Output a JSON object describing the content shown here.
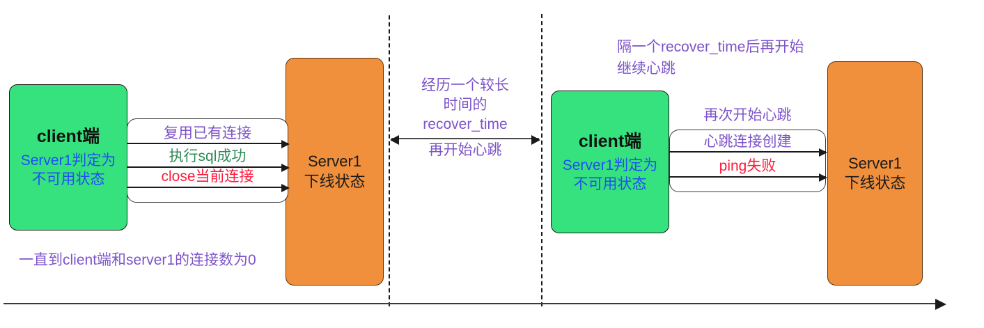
{
  "diagram": {
    "title_text": "",
    "colors": {
      "client_fill": "#36e27e",
      "server_fill": "#f0903c",
      "purple": "#7d54c9",
      "blue": "#1f4ff5",
      "green": "#2e8b57",
      "red": "#fb1b3b"
    }
  },
  "phase1": {
    "client": {
      "title": "client端",
      "sub_line1": "Server1判定为",
      "sub_line2": "不可用状态"
    },
    "server": {
      "line1": "Server1",
      "line2": "下线状态"
    },
    "edges": [
      {
        "label": "复用已有连接",
        "color": "purple"
      },
      {
        "label": "执行sql成功",
        "color": "green"
      },
      {
        "label": "close当前连接",
        "color": "red"
      }
    ],
    "footnote": "一直到client端和server1的连接数为0"
  },
  "gap": {
    "note_lines": [
      "经历一个较长",
      "时间的",
      "recover_time",
      "再开始心跳"
    ]
  },
  "phase2": {
    "top_note_lines": [
      "隔一个recover_time后再开始",
      "继续心跳"
    ],
    "client": {
      "title": "client端",
      "sub_line1": "Server1判定为",
      "sub_line2": "不可用状态"
    },
    "server": {
      "line1": "Server1",
      "line2": "下线状态"
    },
    "heading": "再次开始心跳",
    "edges": [
      {
        "label": "心跳连接创建",
        "color": "purple"
      },
      {
        "label": "ping失败",
        "color": "red"
      }
    ]
  },
  "axis": {
    "name": "time-axis"
  }
}
